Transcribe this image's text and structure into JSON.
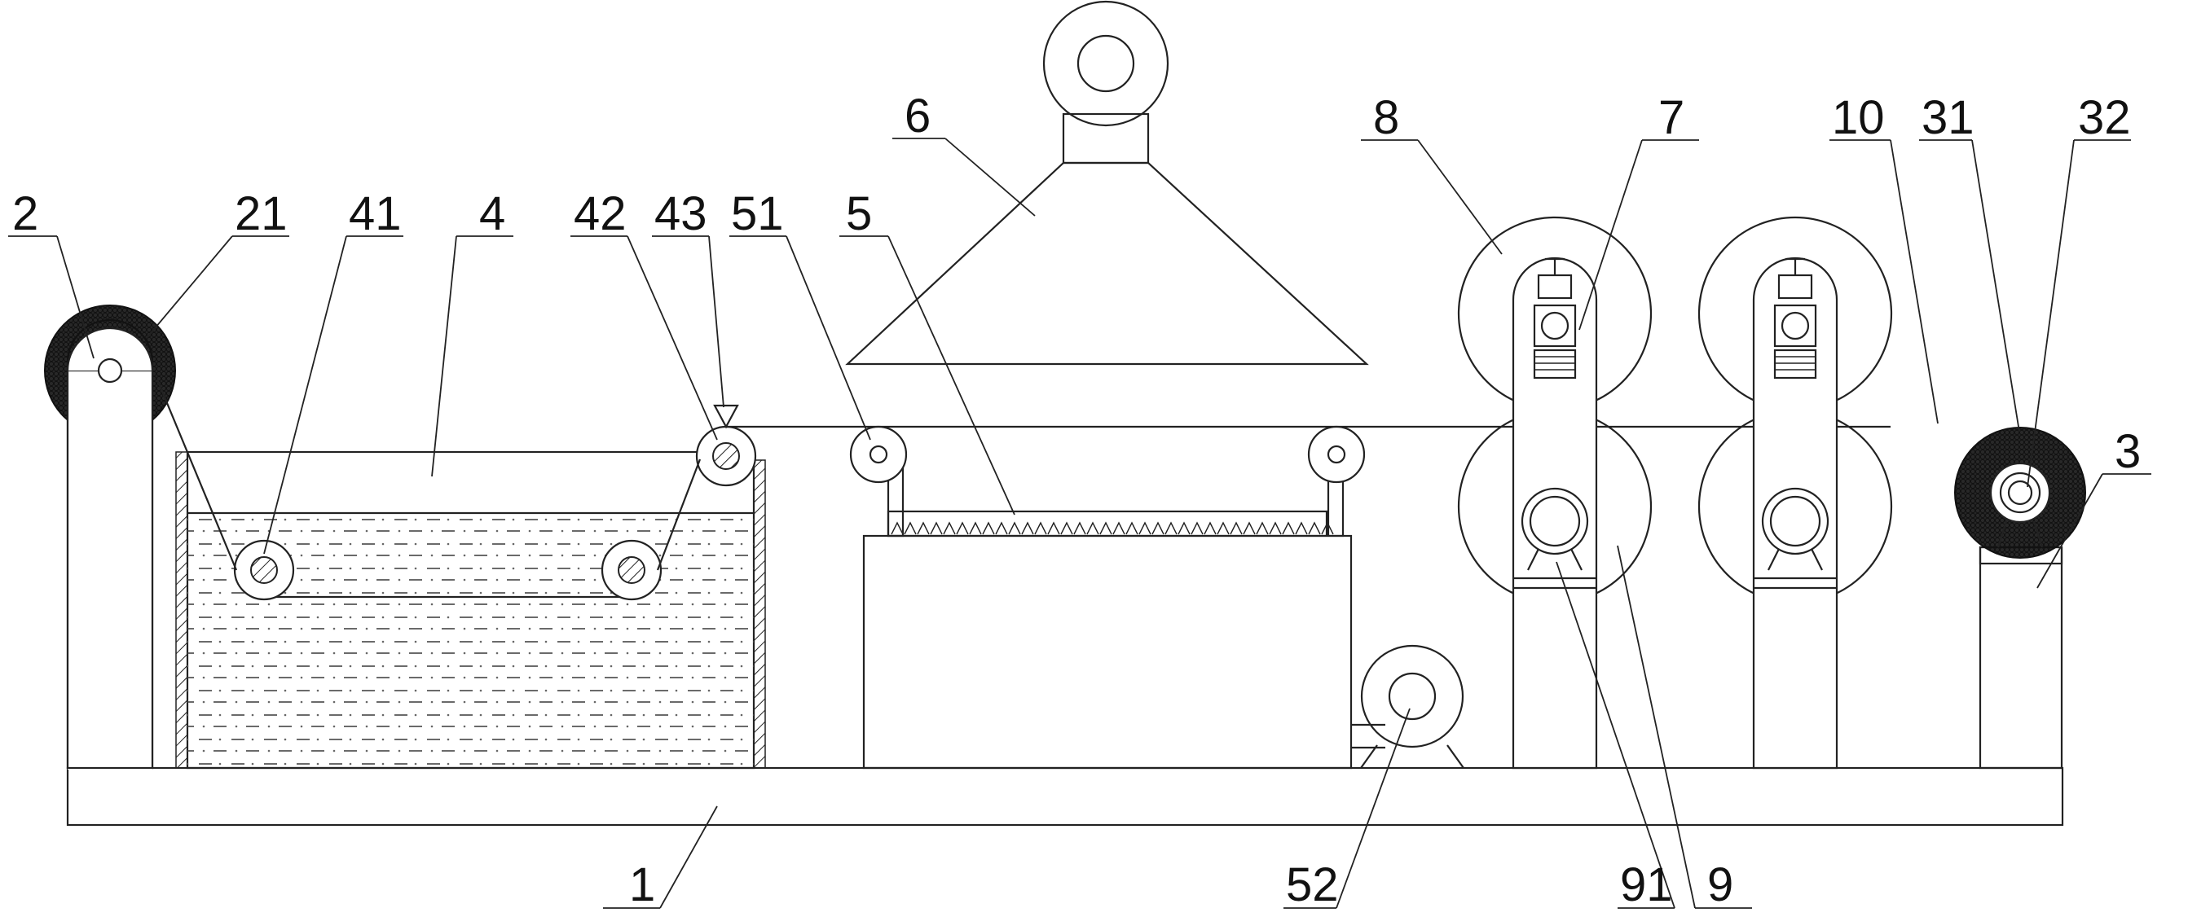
{
  "labels": {
    "l1": "1",
    "l2": "2",
    "l21": "21",
    "l41": "41",
    "l4": "4",
    "l42": "42",
    "l43": "43",
    "l51": "51",
    "l5": "5",
    "l6": "6",
    "l8": "8",
    "l7": "7",
    "l10": "10",
    "l31": "31",
    "l32": "32",
    "l3": "3",
    "l52": "52",
    "l91": "91",
    "l9": "9"
  },
  "colors": {
    "line": "#222222",
    "background": "#ffffff"
  }
}
